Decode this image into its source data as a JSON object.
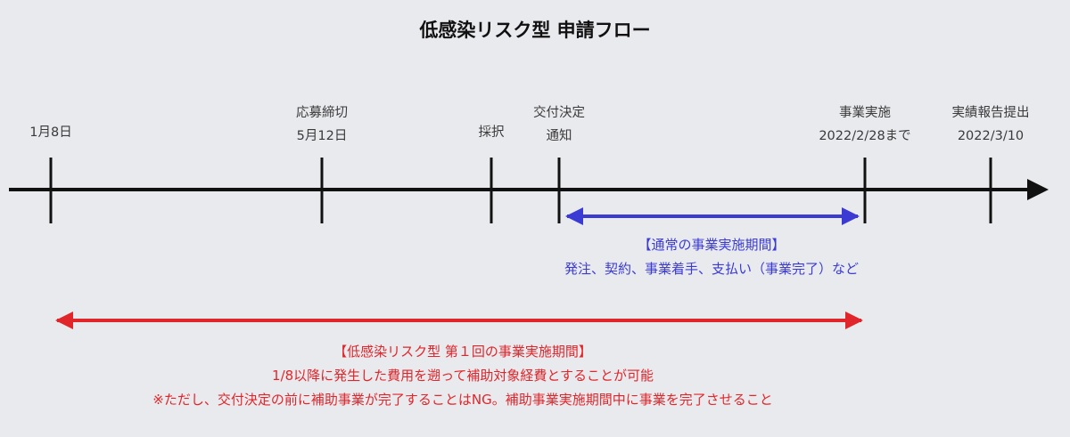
{
  "title": "低感染リスク型 申請フロー",
  "milestones": [
    {
      "lines": [
        "1月8日"
      ]
    },
    {
      "lines": [
        "応募締切",
        "5月12日"
      ]
    },
    {
      "lines": [
        "採択"
      ]
    },
    {
      "lines": [
        "交付決定",
        "通知"
      ]
    },
    {
      "lines": [
        "事業実施",
        "2022/2/28まで"
      ]
    },
    {
      "lines": [
        "実績報告提出",
        "2022/3/10"
      ]
    }
  ],
  "normal_period": {
    "heading": "【通常の事業実施期間】",
    "detail": "発注、契約、事業着手、支払い（事業完了）など",
    "color": "#3b3bd4"
  },
  "low_risk_period": {
    "heading": "【低感染リスク型 第１回の事業実施期間】",
    "line2": "1/8以降に発生した費用を遡って補助対象経費とすることが可能",
    "line3": "※ただし、交付決定の前に補助事業が完了することはNG。補助事業実施期間中に事業を完了させること",
    "color": "#e0262b"
  },
  "colors": {
    "background": "#e9eaee",
    "axis": "#111111"
  }
}
